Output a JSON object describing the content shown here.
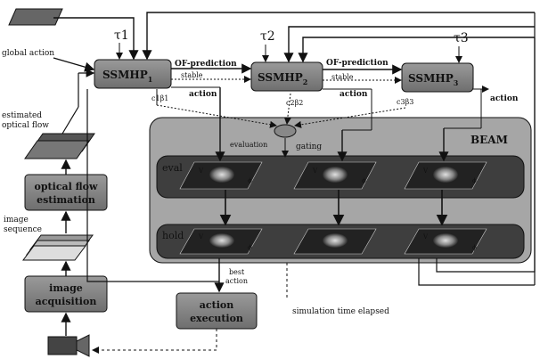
{
  "diagram": {
    "labels": {
      "global_action": "global action",
      "estimated_optical_flow": [
        "estimated",
        "optical flow"
      ],
      "image_sequence": [
        "image",
        "sequence"
      ],
      "of_prediction_1": "OF-prediction",
      "of_prediction_2": "OF-prediction",
      "stable_1": "stable",
      "stable_2": "stable",
      "action_1": "action",
      "action_2": "action",
      "action_3": "action",
      "evaluation": "evaluation",
      "gating": "gating",
      "best_action": [
        "best",
        "action"
      ],
      "simulation_time": "simulation time elapsed",
      "beam": "BEAM",
      "eval": "eval",
      "hold": "hold",
      "tau": [
        "τ1",
        "τ2",
        "τ3"
      ],
      "cbeta": [
        "c1β1",
        "c2β2",
        "c3β3"
      ]
    },
    "modules": [
      {
        "id": "ssmhp1",
        "label": "SSMHP",
        "sub": "1"
      },
      {
        "id": "ssmhp2",
        "label": "SSMHP",
        "sub": "2"
      },
      {
        "id": "ssmhp3",
        "label": "SSMHP",
        "sub": "3"
      }
    ],
    "pipeline": {
      "optical_flow": [
        "optical flow",
        "estimation"
      ],
      "image_acquisition": [
        "image",
        "acquisition"
      ],
      "action_execution": [
        "action",
        "execution"
      ]
    },
    "grid_symbols": [
      "V",
      "ϕ"
    ]
  },
  "colors": {
    "box_fill": "#8a8a8a",
    "beam_fill": "#a8a8a8",
    "lane_fill": "#4a4a4a",
    "line": "#111111"
  }
}
